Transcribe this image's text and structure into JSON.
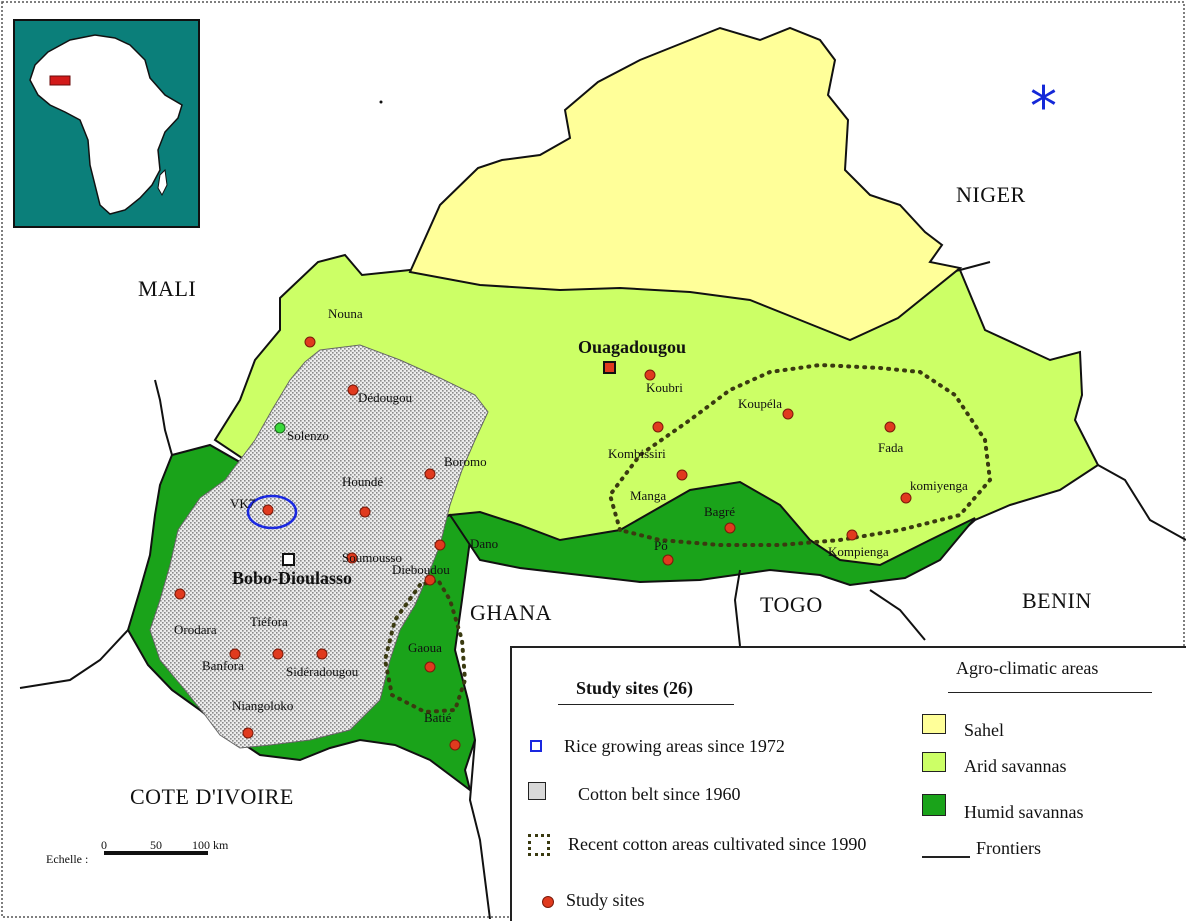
{
  "countries": {
    "mali": "MALI",
    "niger": "NIGER",
    "ghana": "GHANA",
    "togo": "TOGO",
    "benin": "BENIN",
    "cote_divoire": "COTE D'IVOIRE"
  },
  "capital": "Ouagadougou",
  "major_city": "Bobo-Dioulasso",
  "sites": {
    "nouna": "Nouna",
    "dedougou": "Dédougou",
    "solenzo": "Solenzo",
    "boromo": "Boromo",
    "hounde": "Houndé",
    "vk7": "VK7",
    "soumousso": "Soumousso",
    "dieboudou": "Dieboudou",
    "dano": "Dano",
    "orodara": "Orodara",
    "tiefora": "Tiéfora",
    "banfora": "Banfora",
    "sideradougou": "Sidéradougou",
    "niangoloko": "Niangoloko",
    "gaoua": "Gaoua",
    "batie": "Batié",
    "koubri": "Koubri",
    "koupela": "Koupéla",
    "kombissiri": "Kombissiri",
    "manga": "Manga",
    "bagre": "Bagré",
    "po": "Pô",
    "fada": "Fada",
    "komiyenga": "komiyenga",
    "kompienga": "Kompienga"
  },
  "legend": {
    "study_title": "Study sites (26)",
    "agro_title": "Agro-climatic areas",
    "rice": "Rice growing areas since 1972",
    "cotton_belt": "Cotton belt since 1960",
    "recent_cotton": "Recent cotton areas cultivated since 1990",
    "frontiers": "Frontiers",
    "study_sites": "Study sites",
    "sahel": "Sahel",
    "arid": "Arid savannas",
    "humid": "Humid savannas"
  },
  "scale": {
    "label": "Echelle :",
    "t0": "0",
    "t50": "50",
    "t100": "100 km"
  },
  "symbols": {
    "asterisk": "*"
  },
  "colors": {
    "sahel": "#ffff99",
    "arid": "#ccff66",
    "humid": "#1aa31a",
    "inset_bg": "#0b7f7a",
    "study_site": "#e03a1e",
    "rice_area": "#1a28e0",
    "recent_cotton": "#3a3a10"
  },
  "icons": {
    "study_site": "red-dot-icon",
    "capital": "red-square-icon",
    "city": "black-square-icon",
    "rice": "blue-square-icon"
  }
}
